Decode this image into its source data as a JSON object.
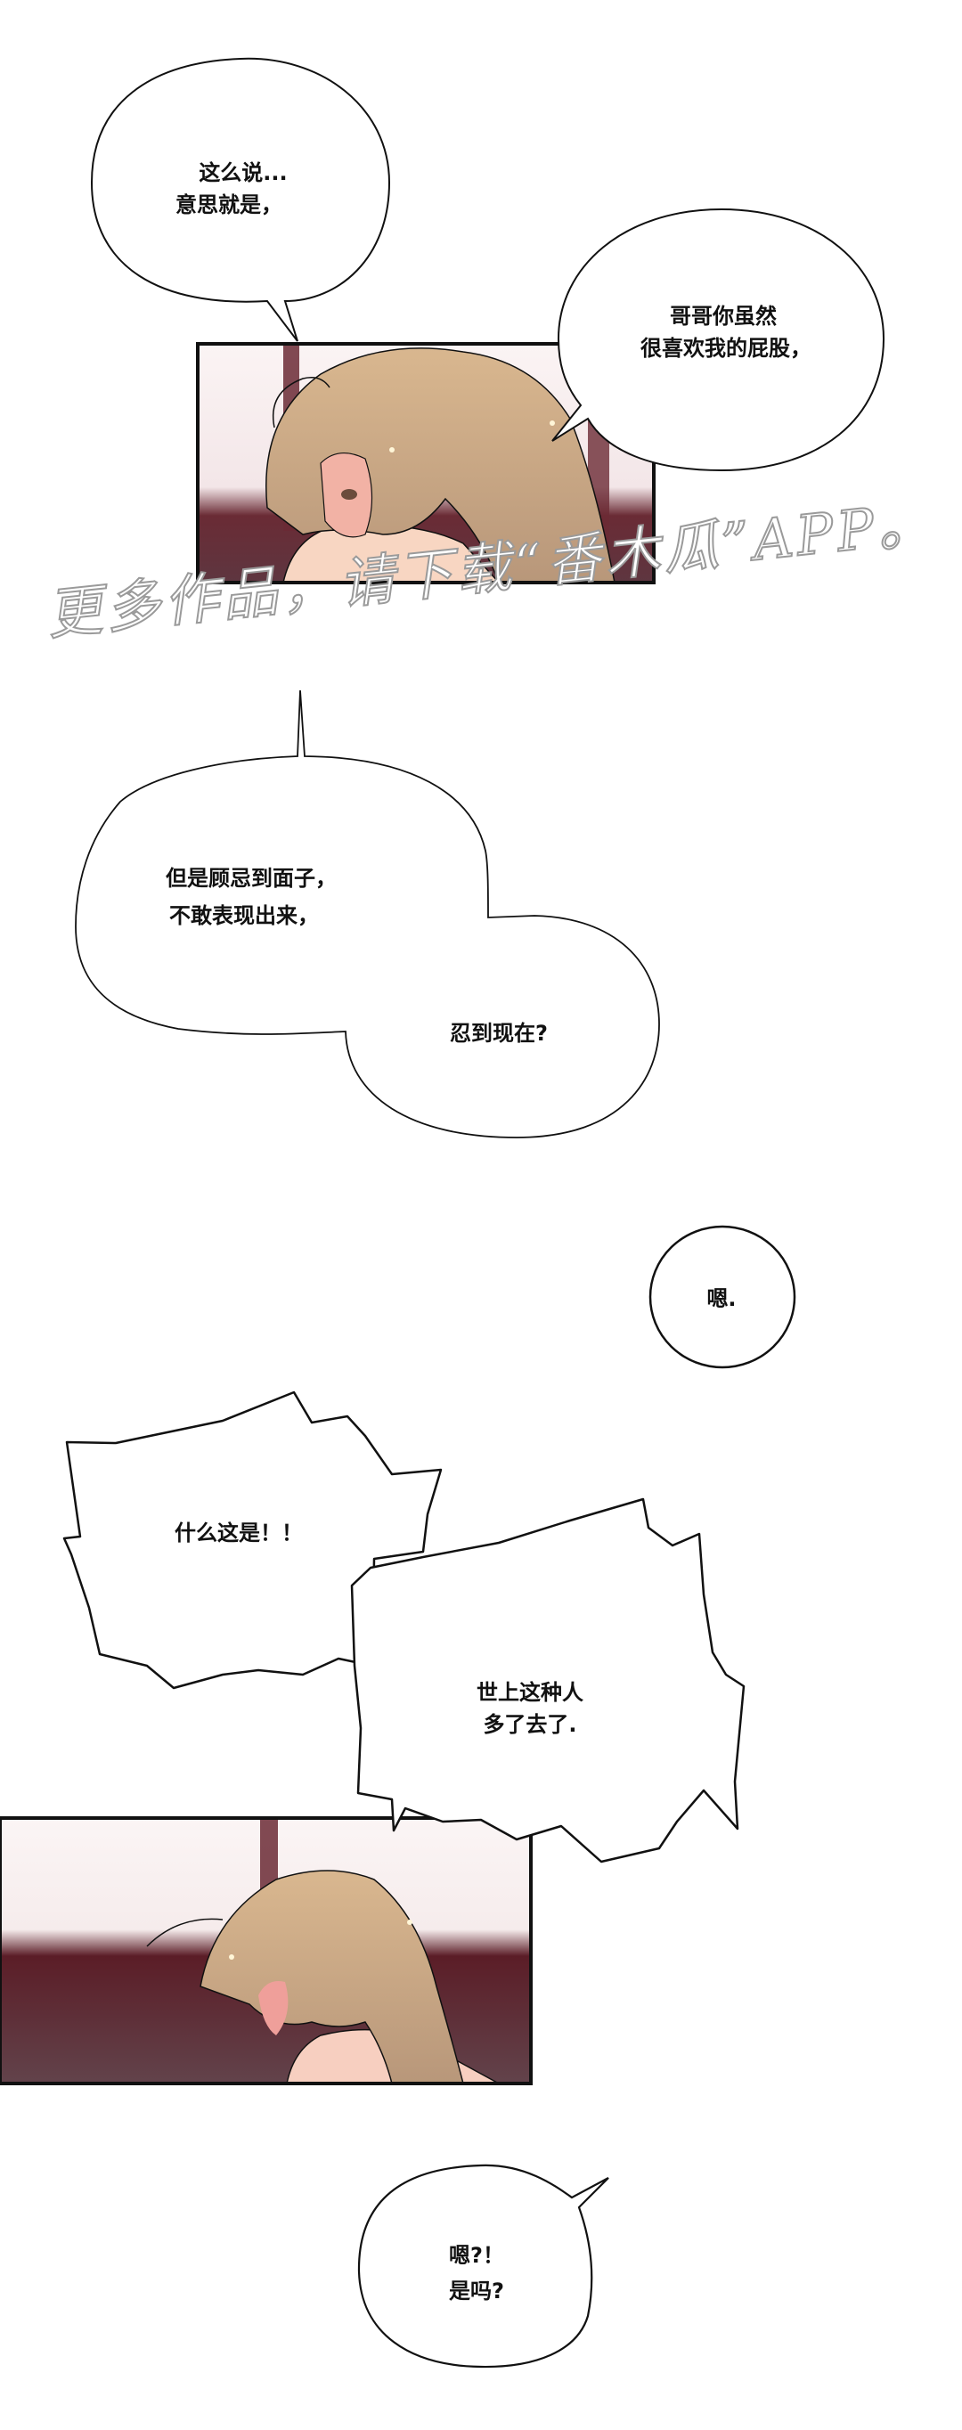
{
  "comic": {
    "panels": [
      {
        "id": "panel-1",
        "desc": "blonde character resting head, blushing, close-up"
      },
      {
        "id": "panel-2",
        "desc": "blonde character looking down, blushing"
      }
    ],
    "bubbles": [
      {
        "lines": [
          "这么说...",
          "意思就是，"
        ]
      },
      {
        "lines": [
          "哥哥你虽然",
          "很喜欢我的屁股，"
        ]
      },
      {
        "lines": [
          "但是顾忌到面子，",
          "不敢表现出来，"
        ]
      },
      {
        "lines": [
          "忍到现在?"
        ]
      },
      {
        "lines": [
          "嗯."
        ]
      },
      {
        "lines": [
          "什么这是！！"
        ]
      },
      {
        "lines": [
          "世上这种人",
          "多了去了."
        ]
      },
      {
        "lines": [
          "嗯?！",
          "是吗?"
        ]
      }
    ],
    "watermark": "更多作品，请下载“番木瓜”APP。"
  },
  "colors": {
    "outline": "#111111",
    "hair": "#c9a882",
    "skin": "#f6cdb8",
    "blush": "#e88a8f",
    "bg_light": "#f7eeee",
    "bg_dark": "#5a2a33",
    "watermark_stroke": "#9a9a9a"
  }
}
